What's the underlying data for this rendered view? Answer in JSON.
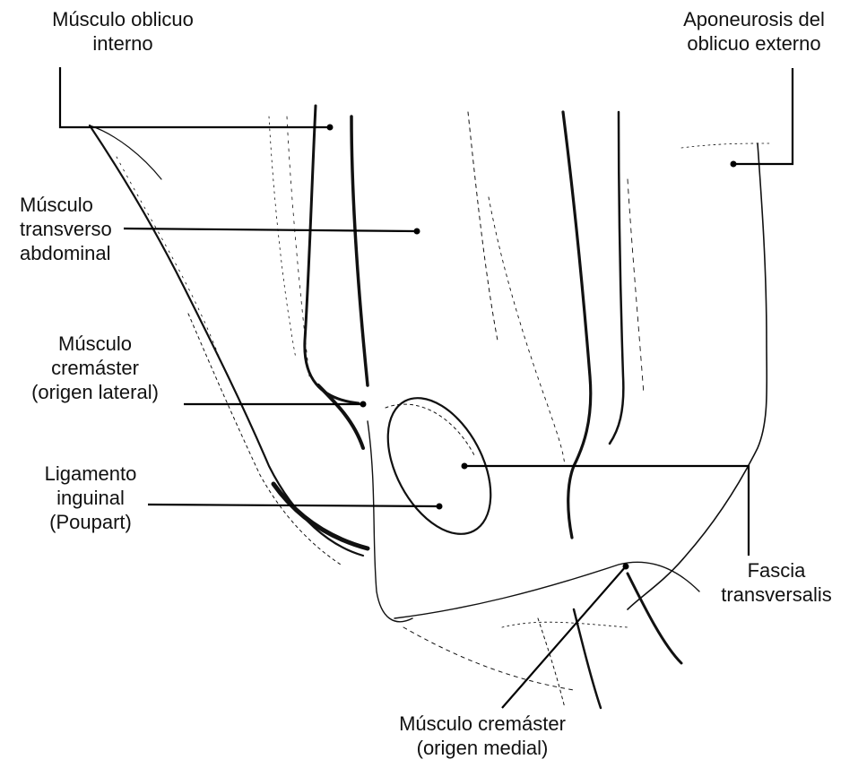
{
  "figure": {
    "ink_color": "#111111",
    "background_color": "#ffffff",
    "labels": {
      "oblicuo_interno": {
        "line1": "Músculo oblicuo",
        "line2": "interno"
      },
      "aponeurosis": {
        "line1": "Aponeurosis del",
        "line2": "oblicuo externo"
      },
      "transverso": {
        "line1": "Músculo",
        "line2": "transverso",
        "line3": "abdominal"
      },
      "cremaster_lateral": {
        "line1": "Músculo",
        "line2": "cremáster",
        "line3": "(origen lateral)"
      },
      "ligamento": {
        "line1": "Ligamento",
        "line2": "inguinal",
        "line3": "(Poupart)"
      },
      "fascia": {
        "line1": "Fascia",
        "line2": "transversalis"
      },
      "cremaster_medial": {
        "line1": "Músculo cremáster",
        "line2": "(origen medial)"
      }
    }
  }
}
